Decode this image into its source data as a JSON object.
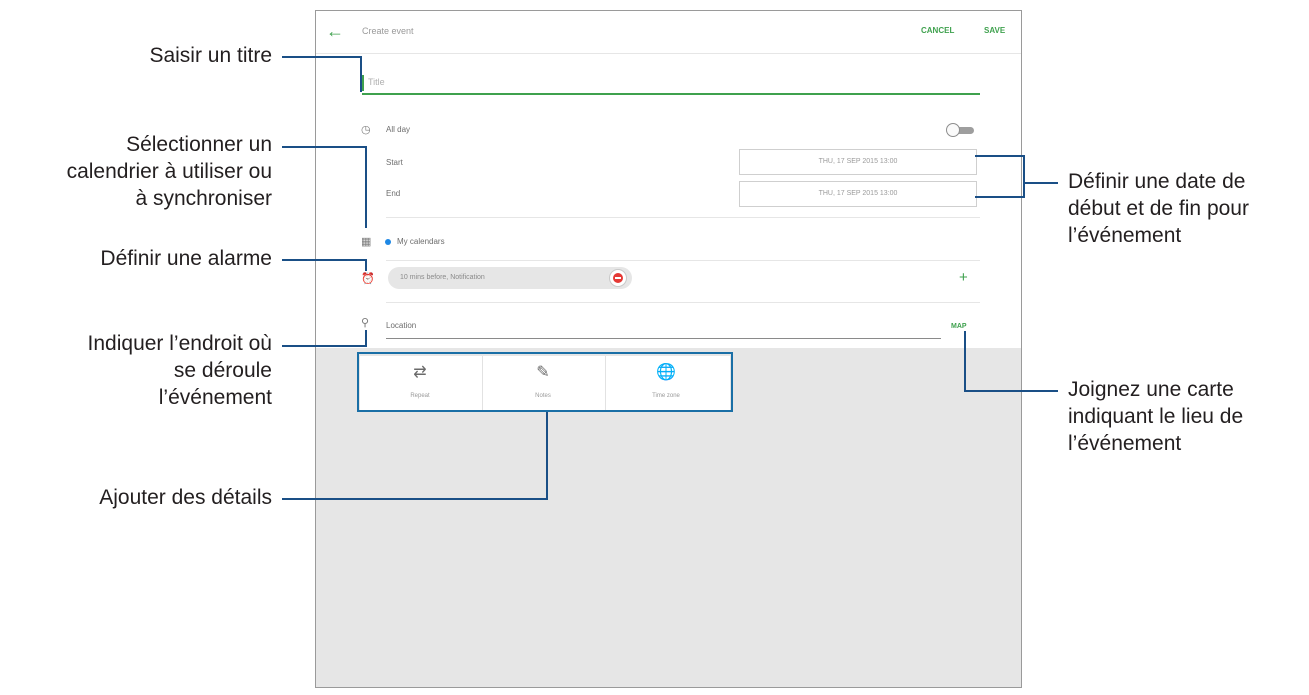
{
  "app": {
    "back_icon": "arrow-left-icon",
    "title": "Create event",
    "cancel_label": "CANCEL",
    "save_label": "SAVE",
    "accent_color": "#3fa14e"
  },
  "form": {
    "title_placeholder": "Title",
    "all_day_label": "All day",
    "all_day_on": false,
    "start_label": "Start",
    "start_value": "THU, 17 SEP 2015 13:00",
    "end_label": "End",
    "end_value": "THU, 17 SEP 2015 13:00",
    "calendar_value": "My calendars",
    "calendar_color": "#1e88e5",
    "alarm_value": "10 mins before, Notification",
    "location_placeholder": "Location",
    "map_label": "MAP"
  },
  "details": [
    {
      "label": "Repeat",
      "icon": "repeat-icon"
    },
    {
      "label": "Notes",
      "icon": "notes-icon"
    },
    {
      "label": "Time zone",
      "icon": "time-zone-icon"
    }
  ],
  "annotations": {
    "title": "Saisir un titre",
    "calendar": [
      "Sélectionner un",
      "calendrier à utiliser ou",
      "à synchroniser"
    ],
    "alarm": "Définir une alarme",
    "location": [
      "Indiquer l’endroit où",
      "se déroule",
      "l’événement"
    ],
    "details": "Ajouter des détails",
    "dates": [
      "Définir une date de",
      "début et de fin pour",
      "l’événement"
    ],
    "map": [
      "Joignez une carte",
      "indiquant le lieu de",
      "l’événement"
    ]
  }
}
